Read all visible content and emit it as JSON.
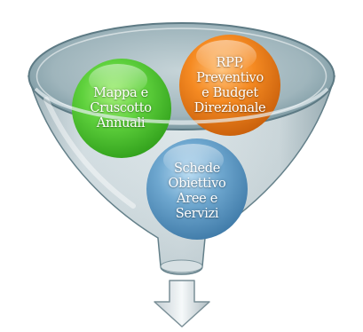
{
  "diagram": {
    "colors": {
      "funnel_glass": "#c3cfd4",
      "funnel_rim": "#7a98a3",
      "mouth": "#6f97a3",
      "green_ball": "#5ad03b",
      "orange_ball": "#f07e1b",
      "blue_ball": "#5d98c3",
      "arrow": "#e8edf0"
    },
    "balls": [
      {
        "name": "green",
        "lines": [
          "Mappa e",
          "Cruscotto",
          "Annuali"
        ]
      },
      {
        "name": "orange",
        "lines": [
          "RPP,",
          "Preventivo",
          "e Budget",
          "Direzionale"
        ]
      },
      {
        "name": "blue",
        "lines": [
          "Schede",
          "Obiettivo",
          "Aree e",
          "Servizi"
        ]
      }
    ],
    "output_arrow_icon": "down-arrow-icon"
  }
}
